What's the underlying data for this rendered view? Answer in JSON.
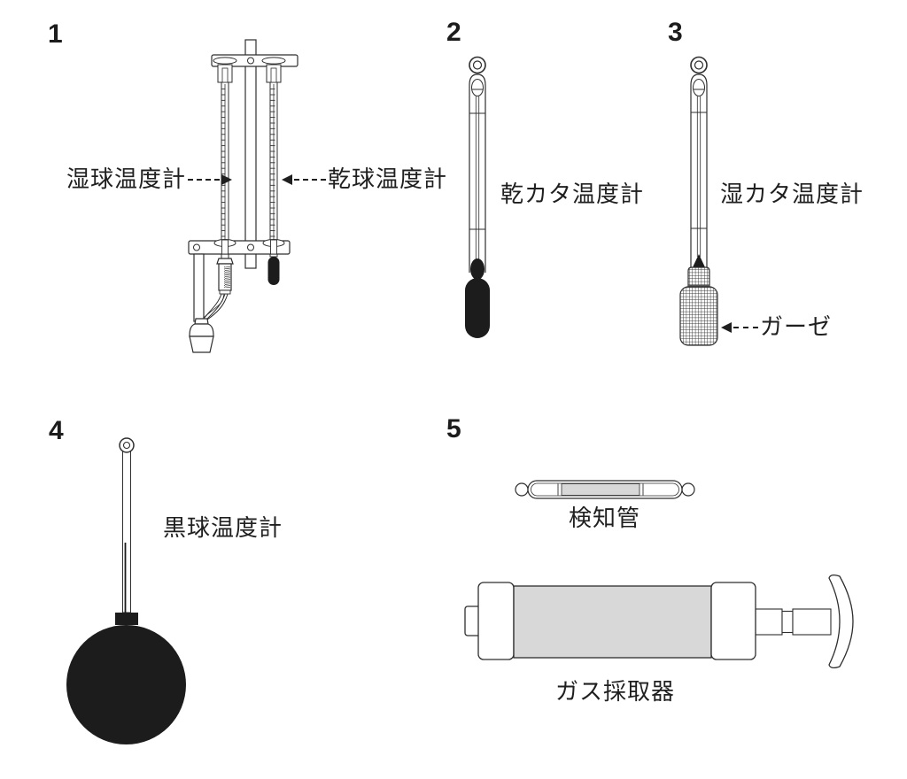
{
  "figure1": {
    "number": "1",
    "wet_label": "湿球温度計",
    "dry_label": "乾球温度計"
  },
  "figure2": {
    "number": "2",
    "label": "乾カタ温度計"
  },
  "figure3": {
    "number": "3",
    "label": "湿カタ温度計",
    "gauze_label": "ガーゼ"
  },
  "figure4": {
    "number": "4",
    "label": "黒球温度計"
  },
  "figure5": {
    "number": "5",
    "tube_label": "検知管",
    "sampler_label": "ガス採取器"
  },
  "colors": {
    "ink": "#1c1c1c",
    "stroke": "#2e2e2e",
    "gray_fill": "#d8d8d8",
    "background": "#ffffff"
  }
}
